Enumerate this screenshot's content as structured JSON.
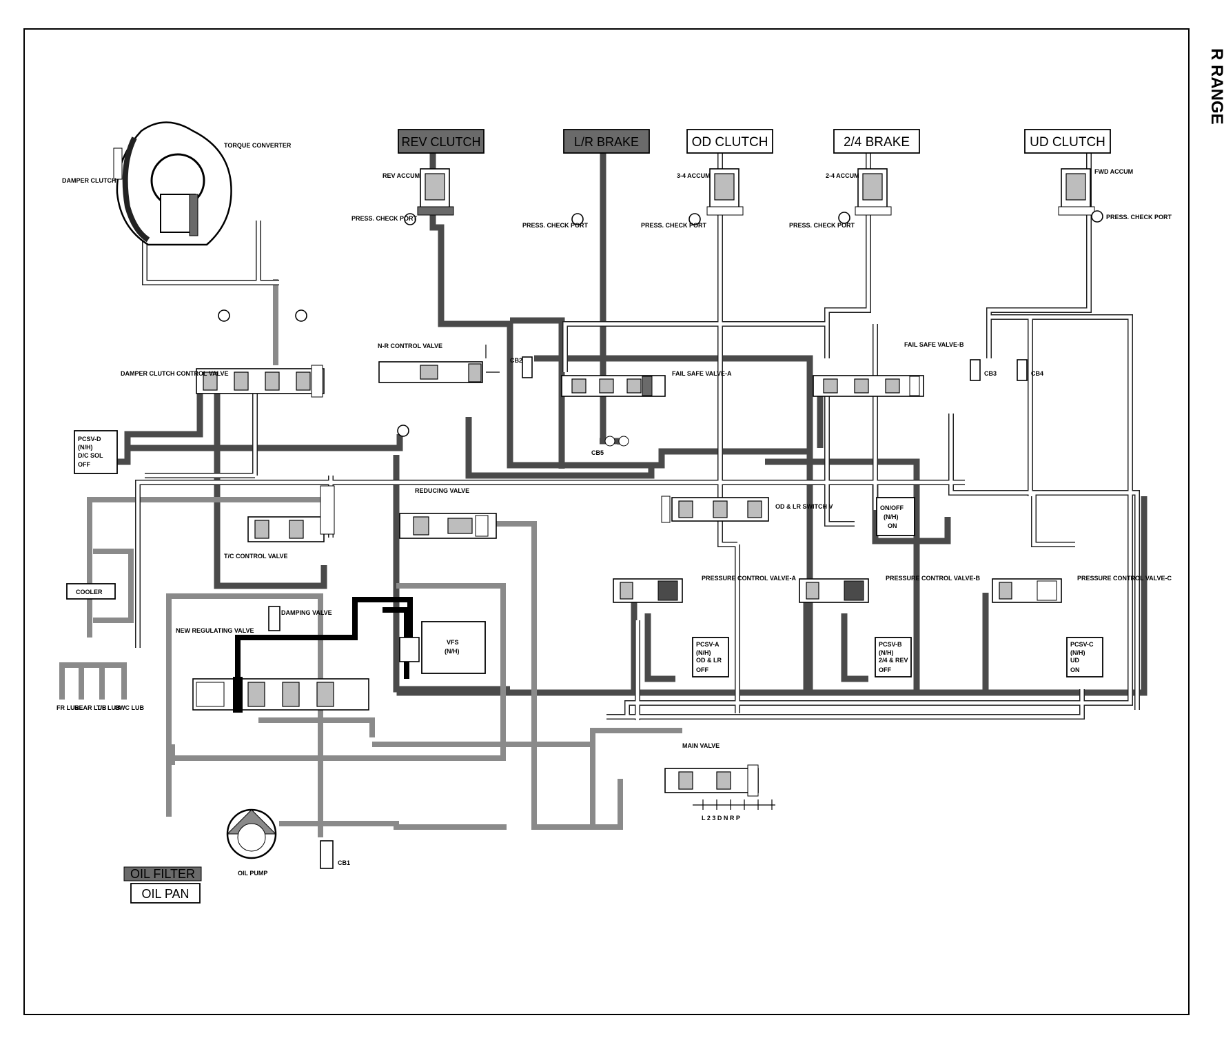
{
  "title": "R RANGE",
  "clutches": {
    "rev_clutch": "REV CLUTCH",
    "lr_brake": "L/R BRAKE",
    "od_clutch": "OD CLUTCH",
    "brake_24": "2/4 BRAKE",
    "ud_clutch": "UD CLUTCH"
  },
  "accumulators": {
    "rev": "REV ACCUM",
    "a34": "3-4 ACCUM",
    "a24": "2-4 ACCUM",
    "fwd": "FWD ACCUM"
  },
  "check_ports": {
    "label": "PRESS. CHECK PORT"
  },
  "torque_converter": {
    "converter": "TORQUE CONVERTER",
    "damper": "DAMPER CLUTCH"
  },
  "valves": {
    "damper_clutch_control": "DAMPER CLUTCH CONTROL VALVE",
    "nr_control": "N-R CONTROL VALVE",
    "fail_safe_a": "FAIL SAFE VALVE-A",
    "fail_safe_b": "FAIL SAFE VALVE-B",
    "reducing": "REDUCING VALVE",
    "tc_control": "T/C CONTROL VALVE",
    "od_lr_switch": "OD & LR SWITCH V",
    "pressure_a": "PRESSURE CONTROL VALVE-A",
    "pressure_b": "PRESSURE CONTROL VALVE-B",
    "pressure_c": "PRESSURE CONTROL VALVE-C",
    "new_regulating": "NEW REGULATING VALVE",
    "damping": "DAMPING VALVE",
    "main": "MAIN VALVE"
  },
  "solenoids": {
    "pcsv_d": [
      "PCSV-D",
      "(N/H)",
      "D/C SOL",
      "OFF"
    ],
    "onoff": [
      "ON/OFF",
      "(N/H)",
      "ON"
    ],
    "pcsv_a": [
      "PCSV-A",
      "(N/H)",
      "OD & LR",
      "OFF"
    ],
    "pcsv_b": [
      "PCSV-B",
      "(N/H)",
      "2/4 & REV",
      "OFF"
    ],
    "pcsv_c": [
      "PCSV-C",
      "(N/H)",
      "UD",
      "ON"
    ],
    "vfs": [
      "VFS",
      "(N/H)"
    ]
  },
  "check_balls": {
    "cb1": "CB1",
    "cb2": "CB2",
    "cb3": "CB3",
    "cb4": "CB4",
    "cb5": "CB5"
  },
  "misc": {
    "cooler": "COOLER",
    "oil_filter": "OIL FILTER",
    "oil_pan": "OIL PAN",
    "oil_pump": "OIL PUMP",
    "lubes": [
      "FR LUB",
      "REAR LUB",
      "T/F LUB",
      "OWC LUB"
    ],
    "selector": "L 2 3 D N R P"
  }
}
